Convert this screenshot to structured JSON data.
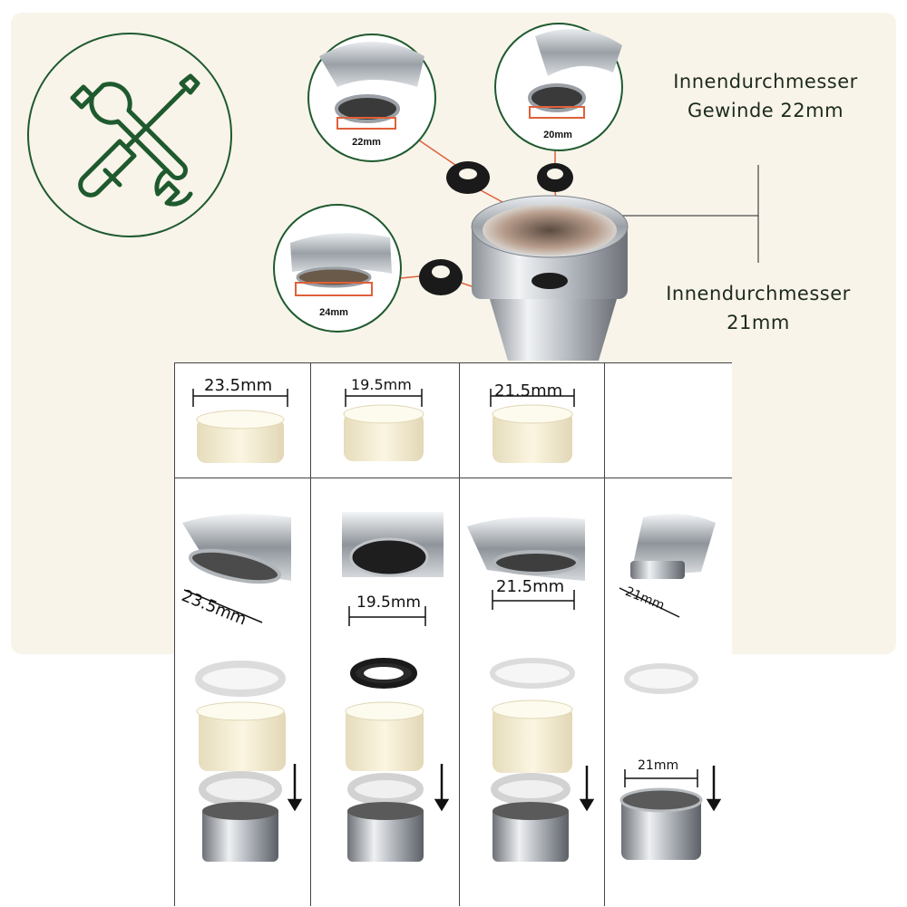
{
  "annotations": {
    "thread_label_line1": "Innendurchmesser",
    "thread_label_line2": "Gewinde 22mm",
    "inner_label_line1": "Innendurchmesser",
    "inner_label_line2": "21mm"
  },
  "callouts": {
    "top_left": "22mm",
    "top_right": "20mm",
    "left": "24mm"
  },
  "table": {
    "columns": [
      {
        "adapter_label": "23.5mm",
        "faucet_label": "23.5mm",
        "connector_label": ""
      },
      {
        "adapter_label": "19.5mm",
        "faucet_label": "19.5mm",
        "connector_label": ""
      },
      {
        "adapter_label": "21.5mm",
        "faucet_label": "21.5mm",
        "connector_label": ""
      },
      {
        "adapter_label": "",
        "faucet_label": "21mm",
        "connector_label": "21mm"
      }
    ]
  },
  "colors": {
    "brand_green": "#1f5a2e",
    "leader_orange": "#e0603a",
    "panel_bg": "#f8f4ea",
    "gasket_black": "#1a1a1a",
    "adapter_cream": "#f3ecd2"
  },
  "icons": [
    "wrench-icon",
    "screwdriver-icon",
    "down-arrow-icon"
  ]
}
